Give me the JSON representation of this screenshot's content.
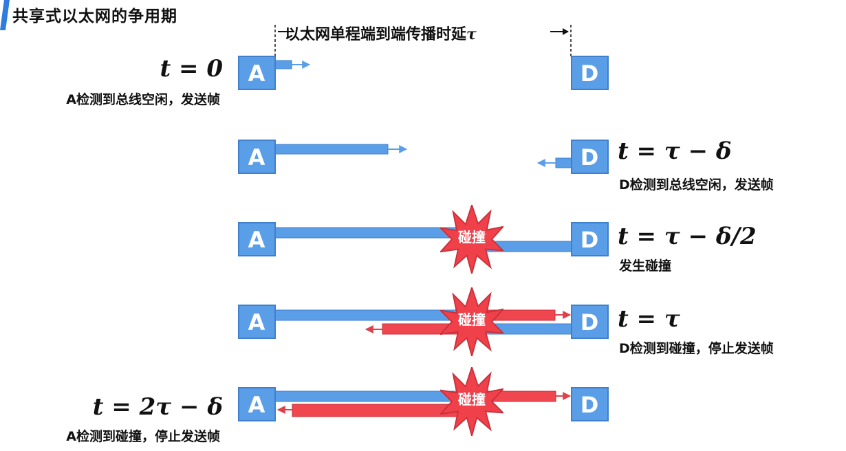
{
  "title": "共享式以太网的争用期",
  "span_label": {
    "text": "以太网单程端到端传播时延",
    "symbol": "τ"
  },
  "colors": {
    "node": "#5b9ee8",
    "node_border": "#3f7fcc",
    "frame_blue": "#5b9ee8",
    "frame_red": "#f04650",
    "accent": "#2f7be0"
  },
  "nodes": {
    "left": "A",
    "right": "D"
  },
  "collision_label": "碰撞",
  "stages": [
    {
      "formula": "t = 0",
      "note": "A检测到总线空闲，发送帧",
      "side": "left"
    },
    {
      "formula": "t = τ − δ",
      "note": "D检测到总线空闲，发送帧",
      "side": "right"
    },
    {
      "formula": "t = τ − δ/2",
      "note": "发生碰撞",
      "side": "right"
    },
    {
      "formula": "t = τ",
      "note": "D检测到碰撞，停止发送帧",
      "side": "right"
    },
    {
      "formula": "t = 2τ − δ",
      "note": "A检测到碰撞，停止发送帧",
      "side": "left"
    }
  ]
}
